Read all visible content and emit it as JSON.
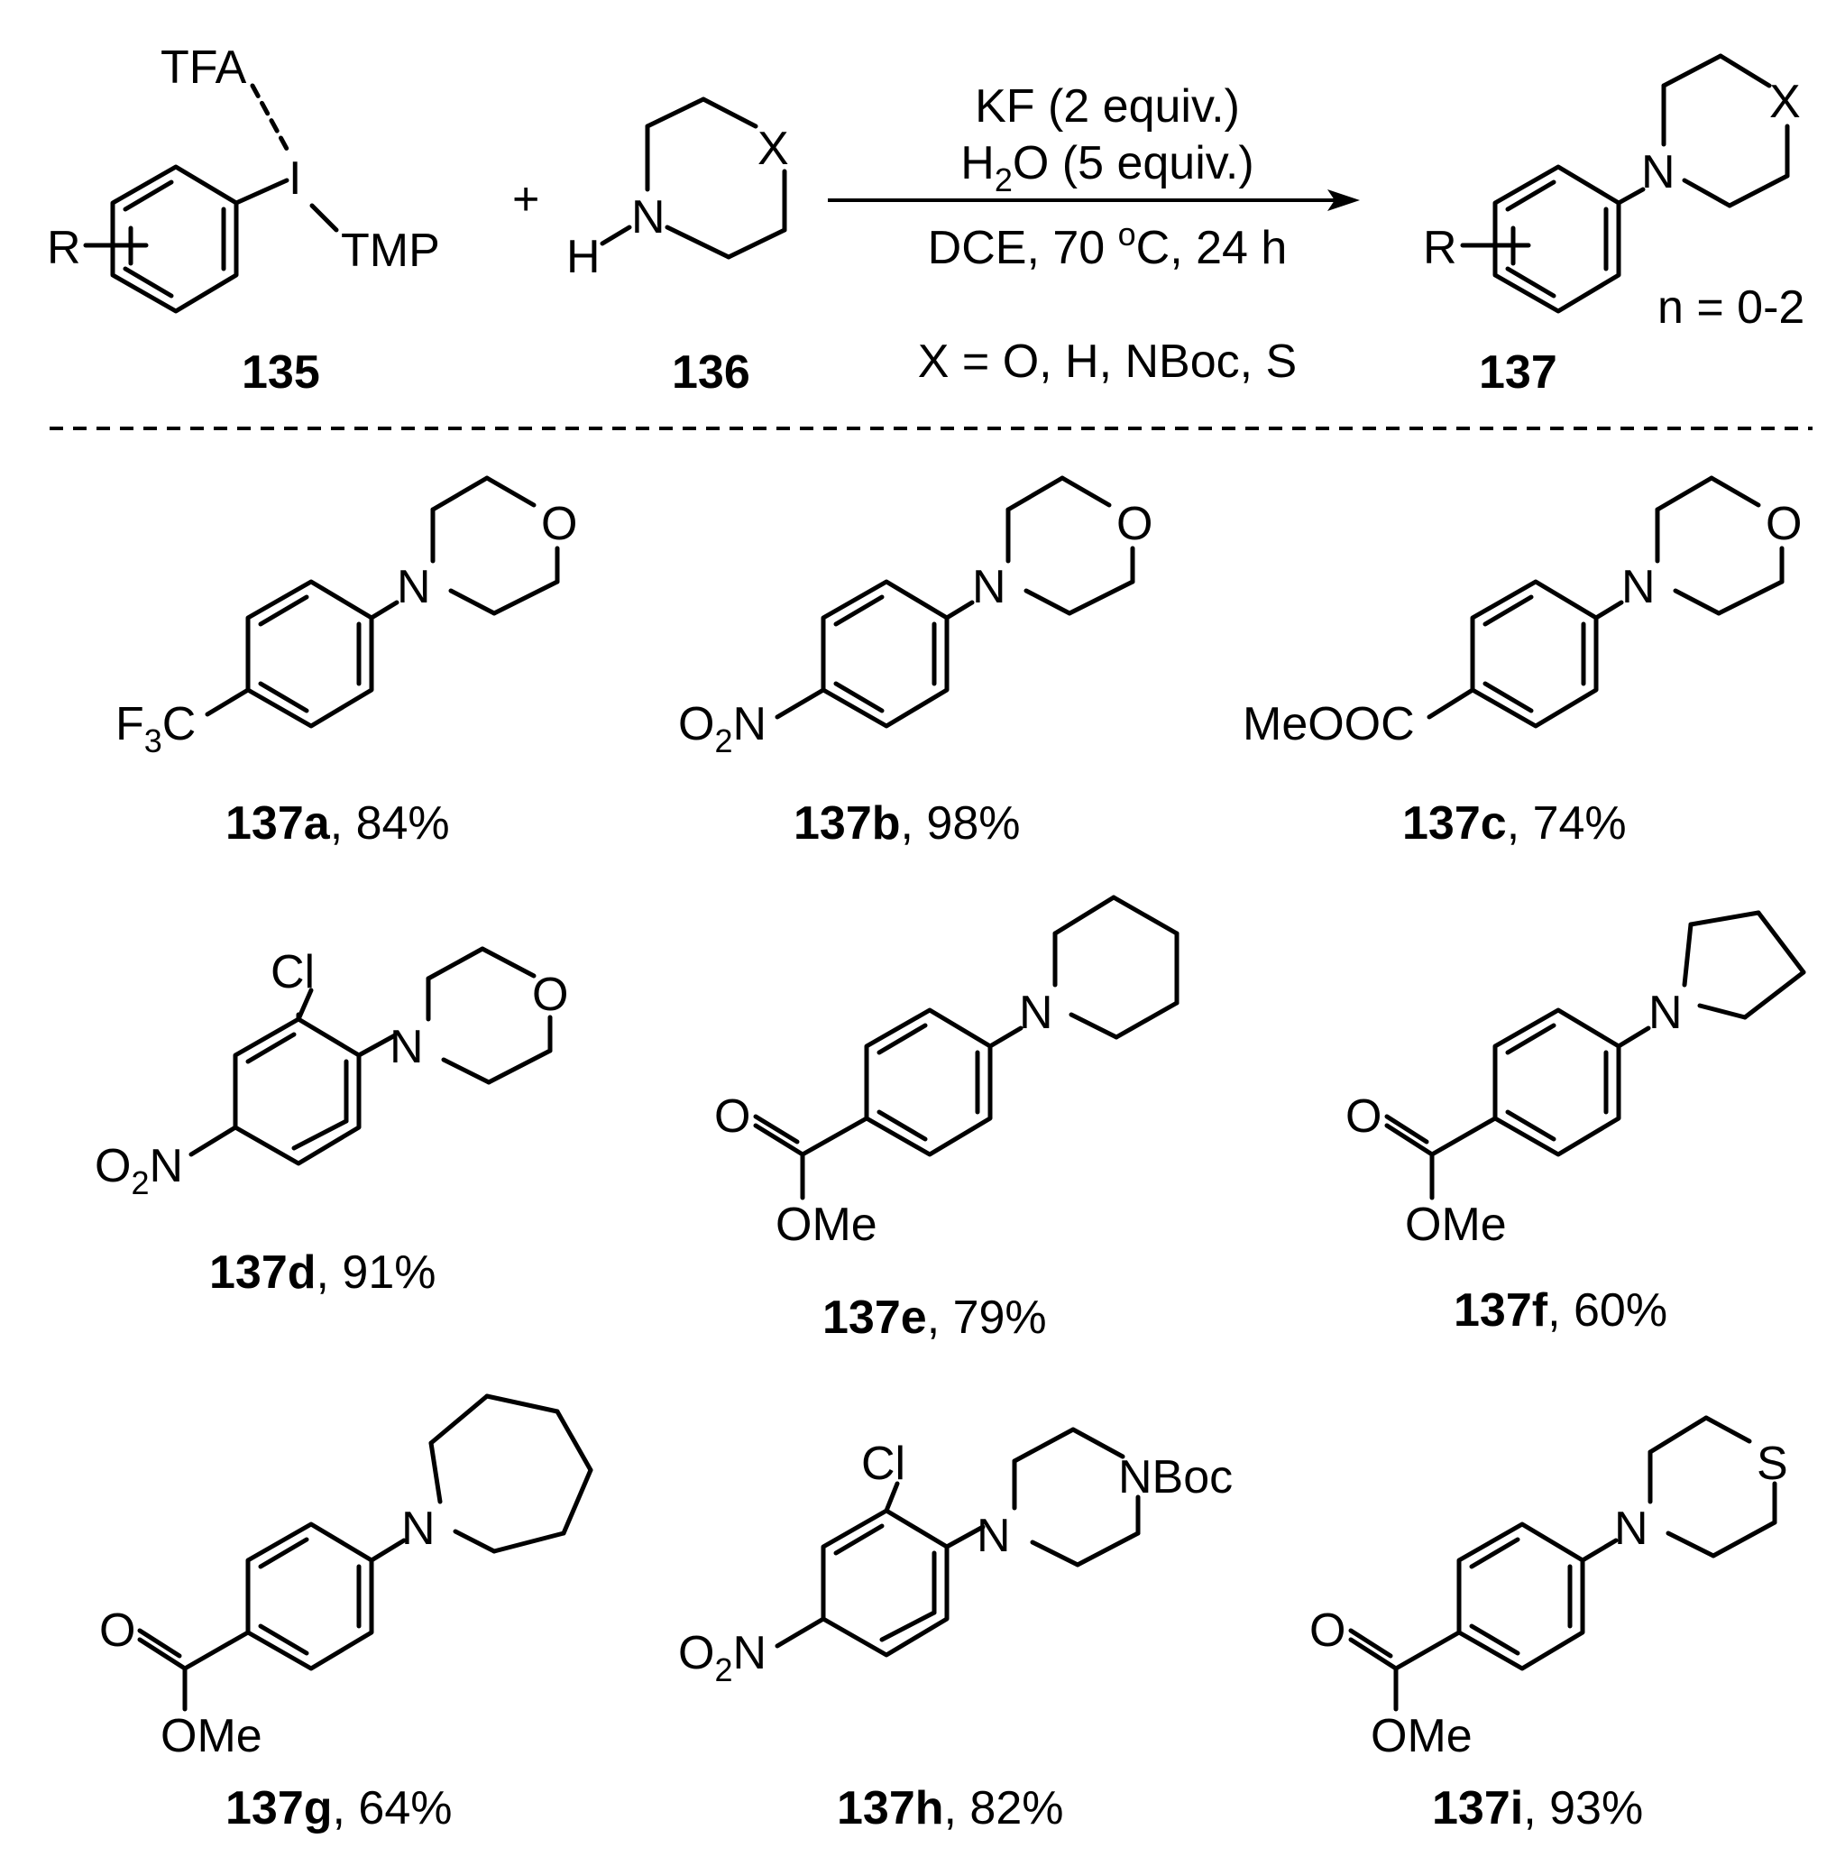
{
  "reaction": {
    "reagent_labels": {
      "tfa": "TFA",
      "iodine": "I",
      "tmp": "TMP",
      "r": "R",
      "plus": "+",
      "x": "X",
      "n": "N",
      "h": "H"
    },
    "conditions": {
      "line1": "KF (2 equiv.)",
      "line2_prefix": "H",
      "line2_sub": "2",
      "line2_suffix": "O (5 equiv.)",
      "line3_prefix": "DCE, 70 ",
      "line3_sup": "o",
      "line3_suffix": "C, 24 h",
      "line4": "X = O, H, NBoc, S"
    },
    "n_range": "n = 0-2",
    "compound_labels": {
      "reagent": "135",
      "amine": "136",
      "product": "137"
    }
  },
  "atom_labels": {
    "o": "O",
    "n": "N",
    "s": "S",
    "cl": "Cl",
    "nboc": "NBoc",
    "ome": "OMe",
    "meooc": "MeOOC",
    "f": "F",
    "sub3": "3",
    "c": "C",
    "o2_o": "O",
    "sub2": "2"
  },
  "products": [
    {
      "id": "137a",
      "yield": ", 84%"
    },
    {
      "id": "137b",
      "yield": ", 98%"
    },
    {
      "id": "137c",
      "yield": ", 74%"
    },
    {
      "id": "137d",
      "yield": ", 91%"
    },
    {
      "id": "137e",
      "yield": ", 79%"
    },
    {
      "id": "137f",
      "yield": ", 60%"
    },
    {
      "id": "137g",
      "yield": ", 64%"
    },
    {
      "id": "137h",
      "yield": ", 82%"
    },
    {
      "id": "137i",
      "yield": ", 93%"
    }
  ]
}
